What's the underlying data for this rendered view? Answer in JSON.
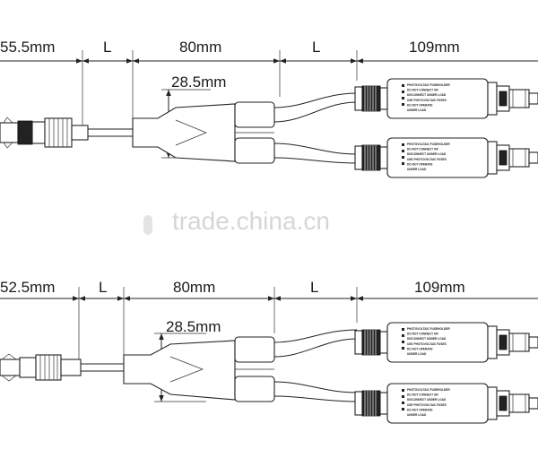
{
  "watermark": "trade.china.cn",
  "top": {
    "dim_left": "55.5mm",
    "dim_l1": "L",
    "dim_mid": "80mm",
    "dim_l2": "L",
    "dim_right": "109mm",
    "dim_split": "28.5mm"
  },
  "bottom": {
    "dim_left": "52.5mm",
    "dim_l1": "L",
    "dim_mid": "80mm",
    "dim_l2": "L",
    "dim_right": "109mm",
    "dim_split": "28.5mm"
  },
  "fuse_label": [
    "PHOTOVOLTAIC FUSEHOLDER",
    "DO NOT CONNECT OR",
    "DISCONNECT UNDER LOAD",
    "USE PHOTOVOLTAIC FUSES",
    "DO NOT OPERATE",
    "UNDER LOAD"
  ]
}
